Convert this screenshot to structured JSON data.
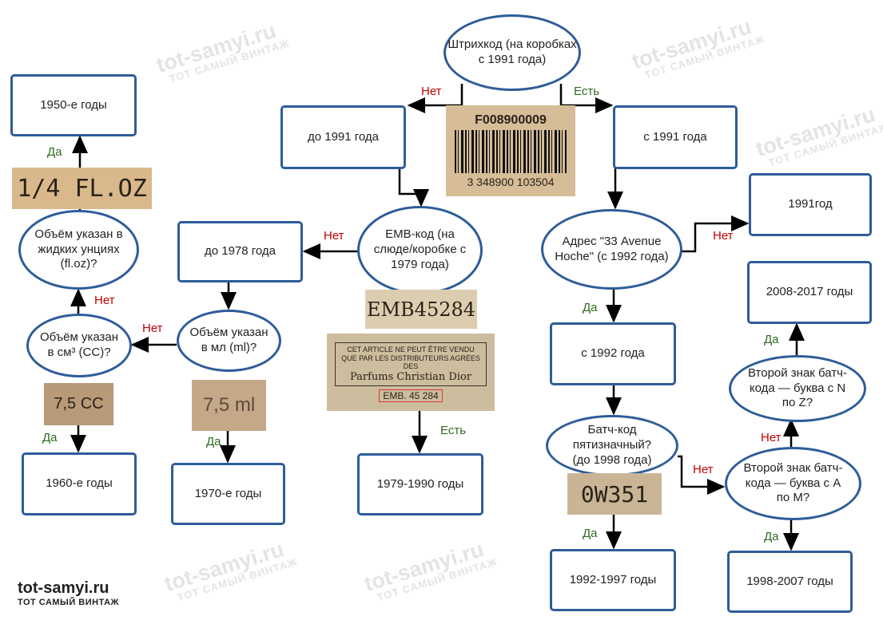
{
  "watermark": {
    "site": "tot-samyi.ru",
    "tagline": "ТОТ САМЫЙ ВИНТАЖ"
  },
  "logo": {
    "site": "tot-samyi.ru",
    "tagline": "ТОТ САМЫЙ ВИНТАЖ"
  },
  "labels": {
    "yes": "Да",
    "no": "Нет",
    "has": "Есть"
  },
  "nodes": {
    "barcode_q": "Штрихкод (на коробках с 1991 года)",
    "before_1991": "до 1991 года",
    "since_1991": "с 1991 года",
    "emb_q": "EMB-код (на слюде/коробке с 1979 года)",
    "before_1978": "до 1978 года",
    "ml_q": "Объём указан в мл (ml)?",
    "cc_q": "Объём указан в см³ (CC)?",
    "floz_q": "Объём указан в жидких унциях (fl.oz)?",
    "y1950": "1950-е годы",
    "y1960": "1960-е годы",
    "y1970": "1970-е годы",
    "y1979_1990": "1979-1990 годы",
    "address_q": "Адрес \"33 Avenue Hoche\" (с 1992 года)",
    "y1991": "1991год",
    "since_1992": "с 1992 года",
    "batch5_q": "Батч-код пятизначный? (до 1998 года)",
    "y1992_1997": "1992-1997 годы",
    "second_am_q": "Второй знак батч-кода — буква с A по M?",
    "second_nz_q": "Второй знак батч-кода — буква с N по Z?",
    "y2008_2017": "2008-2017 годы",
    "y1998_2007": "1998-2007 годы"
  },
  "photos": {
    "barcode_top": "F008900009",
    "barcode_digits": "3 348900 103504",
    "floz": "1/4 FL.OZ",
    "cc": "7,5 CC",
    "ml": "7,5 ml",
    "emb1": "EMB45284",
    "emb_label": "CET ARTICLE NE PEUT ÊTRE VENDU QUE PAR LES DISTRIBUTEURS AGRÉES DES",
    "emb_brand": "Parfums Christian Dior",
    "emb2": "EMB. 45 284",
    "batch": "0W351"
  }
}
